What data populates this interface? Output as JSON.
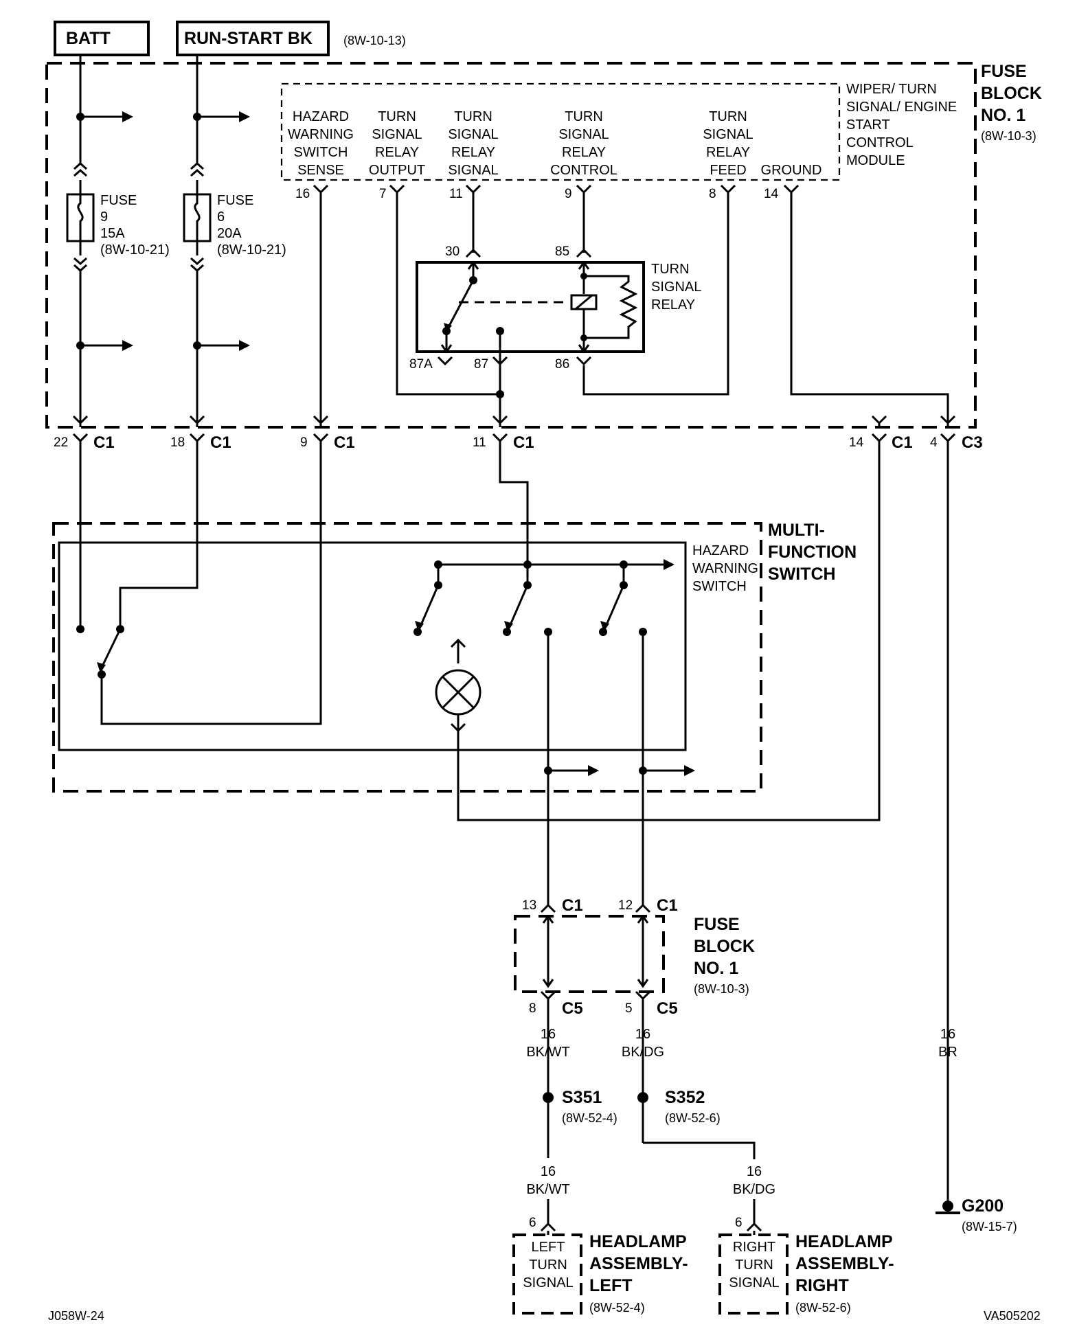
{
  "sources": {
    "batt": "BATT",
    "run_start": "RUN-START BK",
    "run_start_ref": "(8W-10-13)"
  },
  "fuse_block_top": {
    "title_line1": "FUSE",
    "title_line2": "BLOCK",
    "title_line3": "NO. 1",
    "ref": "(8W-10-3)",
    "fuse9": [
      "FUSE",
      "9",
      "15A",
      "(8W-10-21)"
    ],
    "fuse6": [
      "FUSE",
      "6",
      "20A",
      "(8W-10-21)"
    ]
  },
  "module": {
    "name_lines": [
      "WIPER/ TURN",
      "SIGNAL/ ENGINE",
      "START",
      "CONTROL",
      "MODULE"
    ],
    "pins": [
      {
        "lines": [
          "HAZARD",
          "WARNING",
          "SWITCH",
          "SENSE"
        ],
        "num": "16"
      },
      {
        "lines": [
          "TURN",
          "SIGNAL",
          "RELAY",
          "OUTPUT"
        ],
        "num": "7"
      },
      {
        "lines": [
          "TURN",
          "SIGNAL",
          "RELAY",
          "SIGNAL"
        ],
        "num": "11"
      },
      {
        "lines": [
          "TURN",
          "SIGNAL",
          "RELAY",
          "CONTROL"
        ],
        "num": "9"
      },
      {
        "lines": [
          "TURN",
          "SIGNAL",
          "RELAY",
          "FEED"
        ],
        "num": "8"
      },
      {
        "lines": [
          "GROUND"
        ],
        "num": "14"
      }
    ]
  },
  "relay": {
    "name_lines": [
      "TURN",
      "SIGNAL",
      "RELAY"
    ],
    "pins": {
      "p30": "30",
      "p85": "85",
      "p87a": "87A",
      "p87": "87",
      "p86": "86"
    }
  },
  "connectors_top": [
    {
      "pin": "22",
      "conn": "C1"
    },
    {
      "pin": "18",
      "conn": "C1"
    },
    {
      "pin": "9",
      "conn": "C1"
    },
    {
      "pin": "11",
      "conn": "C1"
    },
    {
      "pin": "14",
      "conn": "C1"
    },
    {
      "pin": "4",
      "conn": "C3"
    }
  ],
  "mfs": {
    "title_lines": [
      "MULTI-",
      "FUNCTION",
      "SWITCH"
    ],
    "hazard_lines": [
      "HAZARD",
      "WARNING",
      "SWITCH"
    ]
  },
  "fuse_block_bottom": {
    "title_lines": [
      "FUSE",
      "BLOCK",
      "NO. 1"
    ],
    "ref": "(8W-10-3)",
    "c1_left": {
      "pin": "13",
      "conn": "C1"
    },
    "c1_right": {
      "pin": "12",
      "conn": "C1"
    },
    "c5_left": {
      "pin": "8",
      "conn": "C5"
    },
    "c5_right": {
      "pin": "5",
      "conn": "C5"
    }
  },
  "wires": {
    "left_gauge": "16",
    "left_color": "BK/WT",
    "right_gauge": "16",
    "right_color": "BK/DG",
    "ground_gauge": "16",
    "ground_color": "BR",
    "left_lower_gauge": "16",
    "left_lower_color": "BK/WT",
    "right_lower_gauge": "16",
    "right_lower_color": "BK/DG"
  },
  "splices": {
    "s351": "S351",
    "s351_ref": "(8W-52-4)",
    "s352": "S352",
    "s352_ref": "(8W-52-6)"
  },
  "ground": {
    "name": "G200",
    "ref": "(8W-15-7)"
  },
  "headlamp_left": {
    "pin": "6",
    "inner_lines": [
      "LEFT",
      "TURN",
      "SIGNAL"
    ],
    "title_lines": [
      "HEADLAMP",
      "ASSEMBLY-",
      "LEFT"
    ],
    "ref": "(8W-52-4)"
  },
  "headlamp_right": {
    "pin": "6",
    "inner_lines": [
      "RIGHT",
      "TURN",
      "SIGNAL"
    ],
    "title_lines": [
      "HEADLAMP",
      "ASSEMBLY-",
      "RIGHT"
    ],
    "ref": "(8W-52-6)"
  },
  "footer": {
    "left_code": "J058W-24",
    "right_code": "VA505202"
  }
}
